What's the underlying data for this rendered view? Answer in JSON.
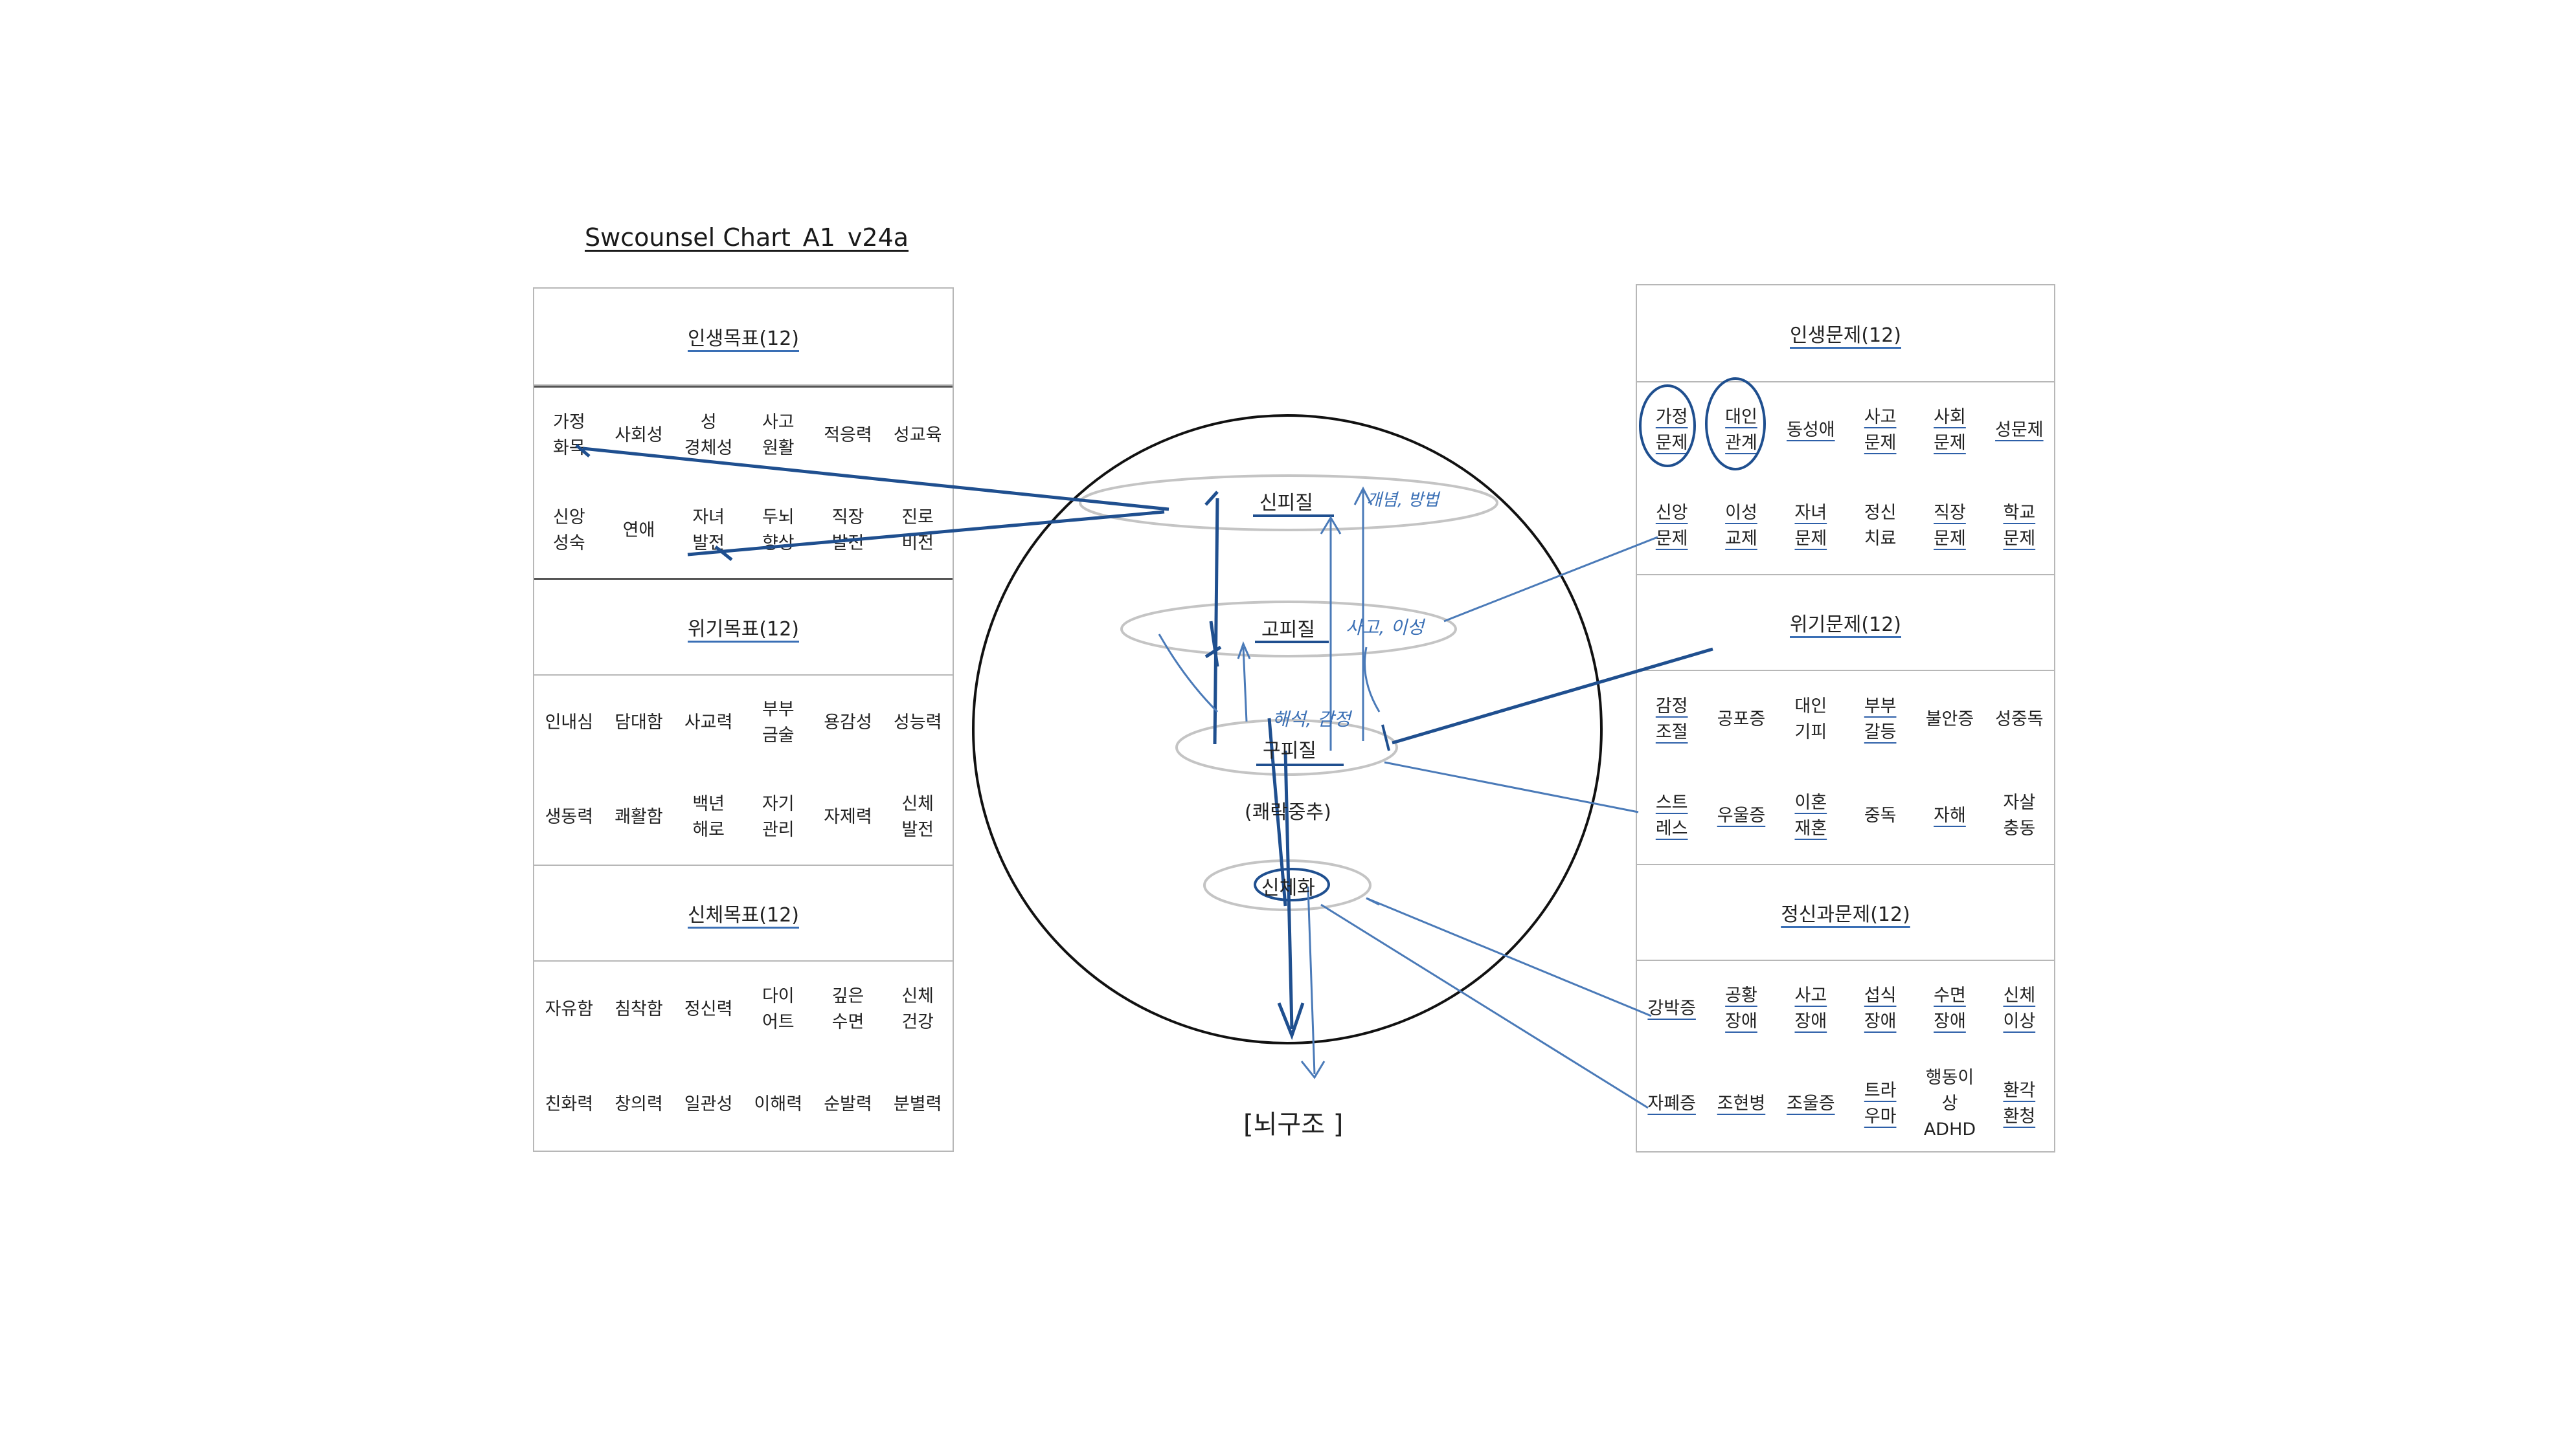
{
  "title": "Swcounsel Chart_A1_v24a",
  "left_panel": {
    "sections": [
      {
        "header": "인생목표(12)",
        "items": [
          "가정\n화목",
          "사회성",
          "성\n경체성",
          "사고\n원활",
          "적응력",
          "성교육",
          "신앙\n성숙",
          "연애",
          "자녀\n발전",
          "두뇌\n향상",
          "직장\n발전",
          "진로\n비전"
        ]
      },
      {
        "header": "위기목표(12)",
        "items": [
          "인내심",
          "담대함",
          "사교력",
          "부부\n금술",
          "용감성",
          "성능력",
          "생동력",
          "쾌활함",
          "백년\n해로",
          "자기\n관리",
          "자제력",
          "신체\n발전"
        ]
      },
      {
        "header": "신체목표(12)",
        "items": [
          "자유함",
          "침착함",
          "정신력",
          "다이\n어트",
          "깊은\n수면",
          "신체\n건강",
          "친화력",
          "창의력",
          "일관성",
          "이해력",
          "순발력",
          "분별력"
        ]
      }
    ]
  },
  "right_panel": {
    "sections": [
      {
        "header": "인생문제(12)",
        "items": [
          "가정\n문제",
          "대인\n관계",
          "동성애",
          "사고\n문제",
          "사회\n문제",
          "성문제",
          "신앙\n문제",
          "이성\n교제",
          "자녀\n문제",
          "정신\n치료",
          "직장\n문제",
          "학교\n문제"
        ]
      },
      {
        "header": "위기문제(12)",
        "items": [
          "감정\n조절",
          "공포증",
          "대인\n기피",
          "부부\n갈등",
          "불안증",
          "성중독",
          "스트\n레스",
          "우울증",
          "이혼\n재혼",
          "중독",
          "자해",
          "자살\n충동"
        ]
      },
      {
        "header": "정신과문제(12)",
        "items": [
          "강박증",
          "공황\n장애",
          "사고\n장애",
          "섭식\n장애",
          "수면\n장애",
          "신체\n이상",
          "자폐증",
          "조현병",
          "조울증",
          "트라\n우마",
          "행동이상\nADHD",
          "환각\n환청"
        ]
      }
    ]
  },
  "brain": {
    "levels": [
      "신피질",
      "고피질",
      "구피질",
      "신체화"
    ],
    "pleasure_note": "(쾌락중추)",
    "caption": "[뇌구조 ]"
  },
  "handwriting": {
    "neocortex_note": "개념, 방법",
    "paleocortex_note": "사고, 이성",
    "archicortex_note": "해석, 감정"
  },
  "colors": {
    "ink": "#1f4f8f",
    "ink_light": "#4a7ab8",
    "ellipse": "#c4c4c4",
    "border": "#b7b7b7"
  }
}
